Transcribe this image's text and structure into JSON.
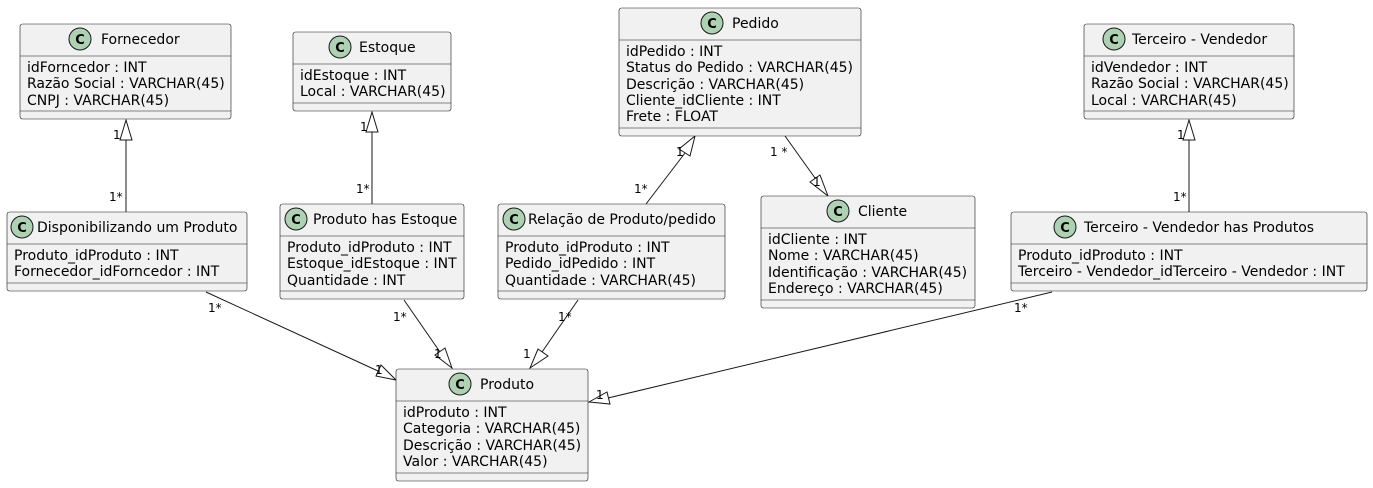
{
  "class_badge_letter": "C",
  "colors": {
    "class_fill": "#f1f1f1",
    "badge_fill": "#add1b2",
    "stroke": "#181818"
  },
  "classes": {
    "fornecedor": {
      "name": "Fornecedor",
      "attributes": [
        "idForncedor : INT",
        "Razão Social : VARCHAR(45)",
        "CNPJ : VARCHAR(45)"
      ]
    },
    "estoque": {
      "name": "Estoque",
      "attributes": [
        "idEstoque : INT",
        "Local : VARCHAR(45)"
      ]
    },
    "pedido": {
      "name": "Pedido",
      "attributes": [
        "idPedido : INT",
        "Status do Pedido : VARCHAR(45)",
        "Descrição : VARCHAR(45)",
        "Cliente_idCliente : INT",
        "Frete : FLOAT"
      ]
    },
    "terceiro_vendedor": {
      "name": "Terceiro - Vendedor",
      "attributes": [
        "idVendedor : INT",
        "Razão Social : VARCHAR(45)",
        "Local : VARCHAR(45)"
      ]
    },
    "disponibilizando": {
      "name": "Disponibilizando um Produto",
      "attributes": [
        "Produto_idProduto : INT",
        "Fornecedor_idForncedor : INT"
      ]
    },
    "produto_estoque": {
      "name": "Produto has Estoque",
      "attributes": [
        "Produto_idProduto : INT",
        "Estoque_idEstoque : INT",
        "Quantidade : INT"
      ]
    },
    "relacao": {
      "name": "Relação de Produto/pedido",
      "attributes": [
        "Produto_idProduto : INT",
        "Pedido_idPedido : INT",
        "Quantidade : VARCHAR(45)"
      ]
    },
    "cliente": {
      "name": "Cliente",
      "attributes": [
        "idCliente : INT",
        "Nome : VARCHAR(45)",
        "Identificação : VARCHAR(45)",
        "Endereço : VARCHAR(45)"
      ]
    },
    "terceiro_produtos": {
      "name": "Terceiro - Vendedor has Produtos",
      "attributes": [
        "Produto_idProduto : INT",
        "Terceiro - Vendedor_idTerceiro - Vendedor : INT"
      ]
    },
    "produto": {
      "name": "Produto",
      "attributes": [
        "idProduto : INT",
        "Categoria : VARCHAR(45)",
        "Descrição : VARCHAR(45)",
        "Valor : VARCHAR(45)"
      ]
    }
  },
  "relations": [
    {
      "from": "disponibilizando",
      "to": "fornecedor",
      "from_mult": "1*",
      "to_mult": "1"
    },
    {
      "from": "produto_estoque",
      "to": "estoque",
      "from_mult": "1*",
      "to_mult": "1"
    },
    {
      "from": "relacao",
      "to": "pedido",
      "from_mult": "1*",
      "to_mult": "1"
    },
    {
      "from": "pedido",
      "to": "cliente",
      "from_mult": "1 *",
      "to_mult": "1"
    },
    {
      "from": "terceiro_produtos",
      "to": "terceiro_vendedor",
      "from_mult": "1*",
      "to_mult": "1"
    },
    {
      "from": "disponibilizando",
      "to": "produto",
      "from_mult": "1*",
      "to_mult": "1"
    },
    {
      "from": "produto_estoque",
      "to": "produto",
      "from_mult": "1*",
      "to_mult": "1"
    },
    {
      "from": "relacao",
      "to": "produto",
      "from_mult": "1*",
      "to_mult": "1"
    },
    {
      "from": "terceiro_produtos",
      "to": "produto",
      "from_mult": "1*",
      "to_mult": "1"
    }
  ]
}
